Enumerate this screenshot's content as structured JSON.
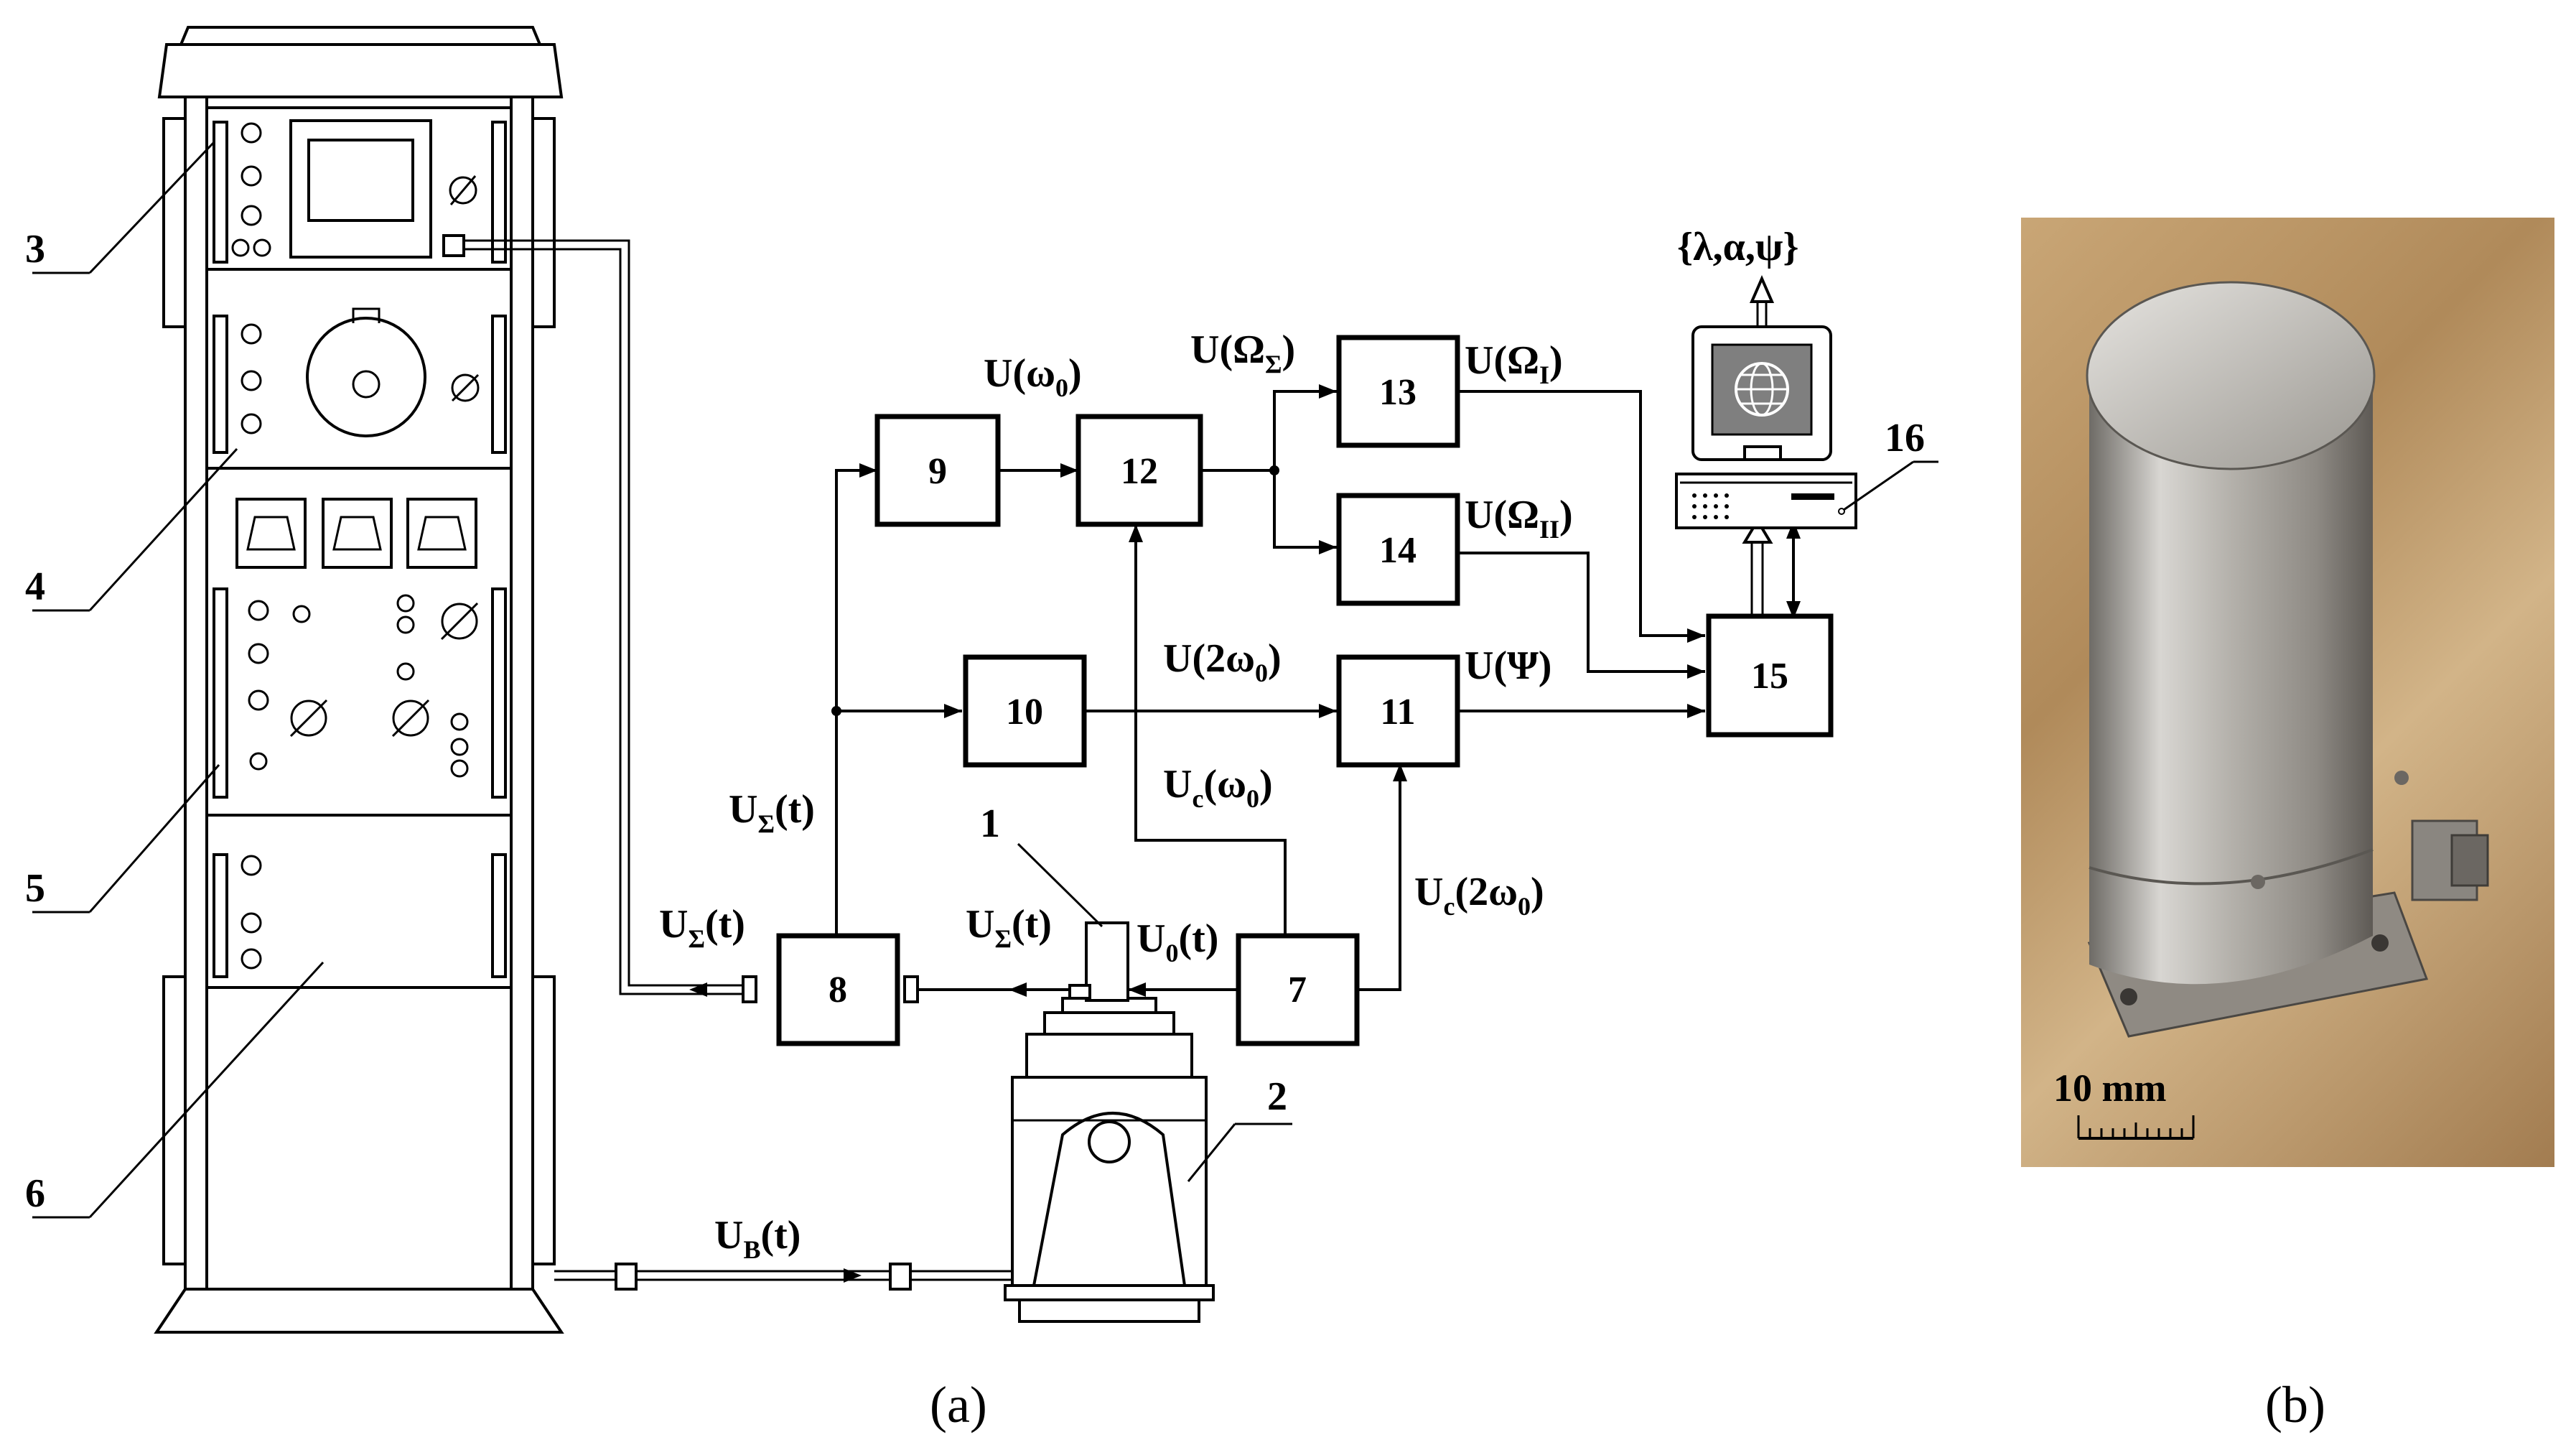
{
  "panels": {
    "a": "(a)",
    "b": "(b)"
  },
  "callouts": [
    "1",
    "2",
    "3",
    "4",
    "5",
    "6",
    "16"
  ],
  "blocks": {
    "b7": "7",
    "b8": "8",
    "b9": "9",
    "b10": "10",
    "b11": "11",
    "b12": "12",
    "b13": "13",
    "b14": "14",
    "b15": "15"
  },
  "signals": {
    "u_sigma_main": "UΣ(t)",
    "u_sigma_left": "UΣ(t)",
    "u_sigma_right": "UΣ(t)",
    "u0": "U0(t)",
    "u_omega0": "U(ω0)",
    "u_2omega0": "U(2ω0)",
    "uc_omega0": "Uc(ω0)",
    "uc_2omega0": "Uc(2ω0)",
    "u_Omega_sigma": "U(ΩΣ)",
    "u_Omega_1": "U(ΩI)",
    "u_Omega_2": "U(ΩII)",
    "u_psi": "U(Ψ)",
    "u_b": "UB(t)",
    "output_set": "{λ,α,ψ}"
  },
  "scale_bar": "10 mm",
  "colors": {
    "line": "#000000",
    "photo_bg": "#b8905e",
    "sensor_metal": "#b9b6b0"
  }
}
